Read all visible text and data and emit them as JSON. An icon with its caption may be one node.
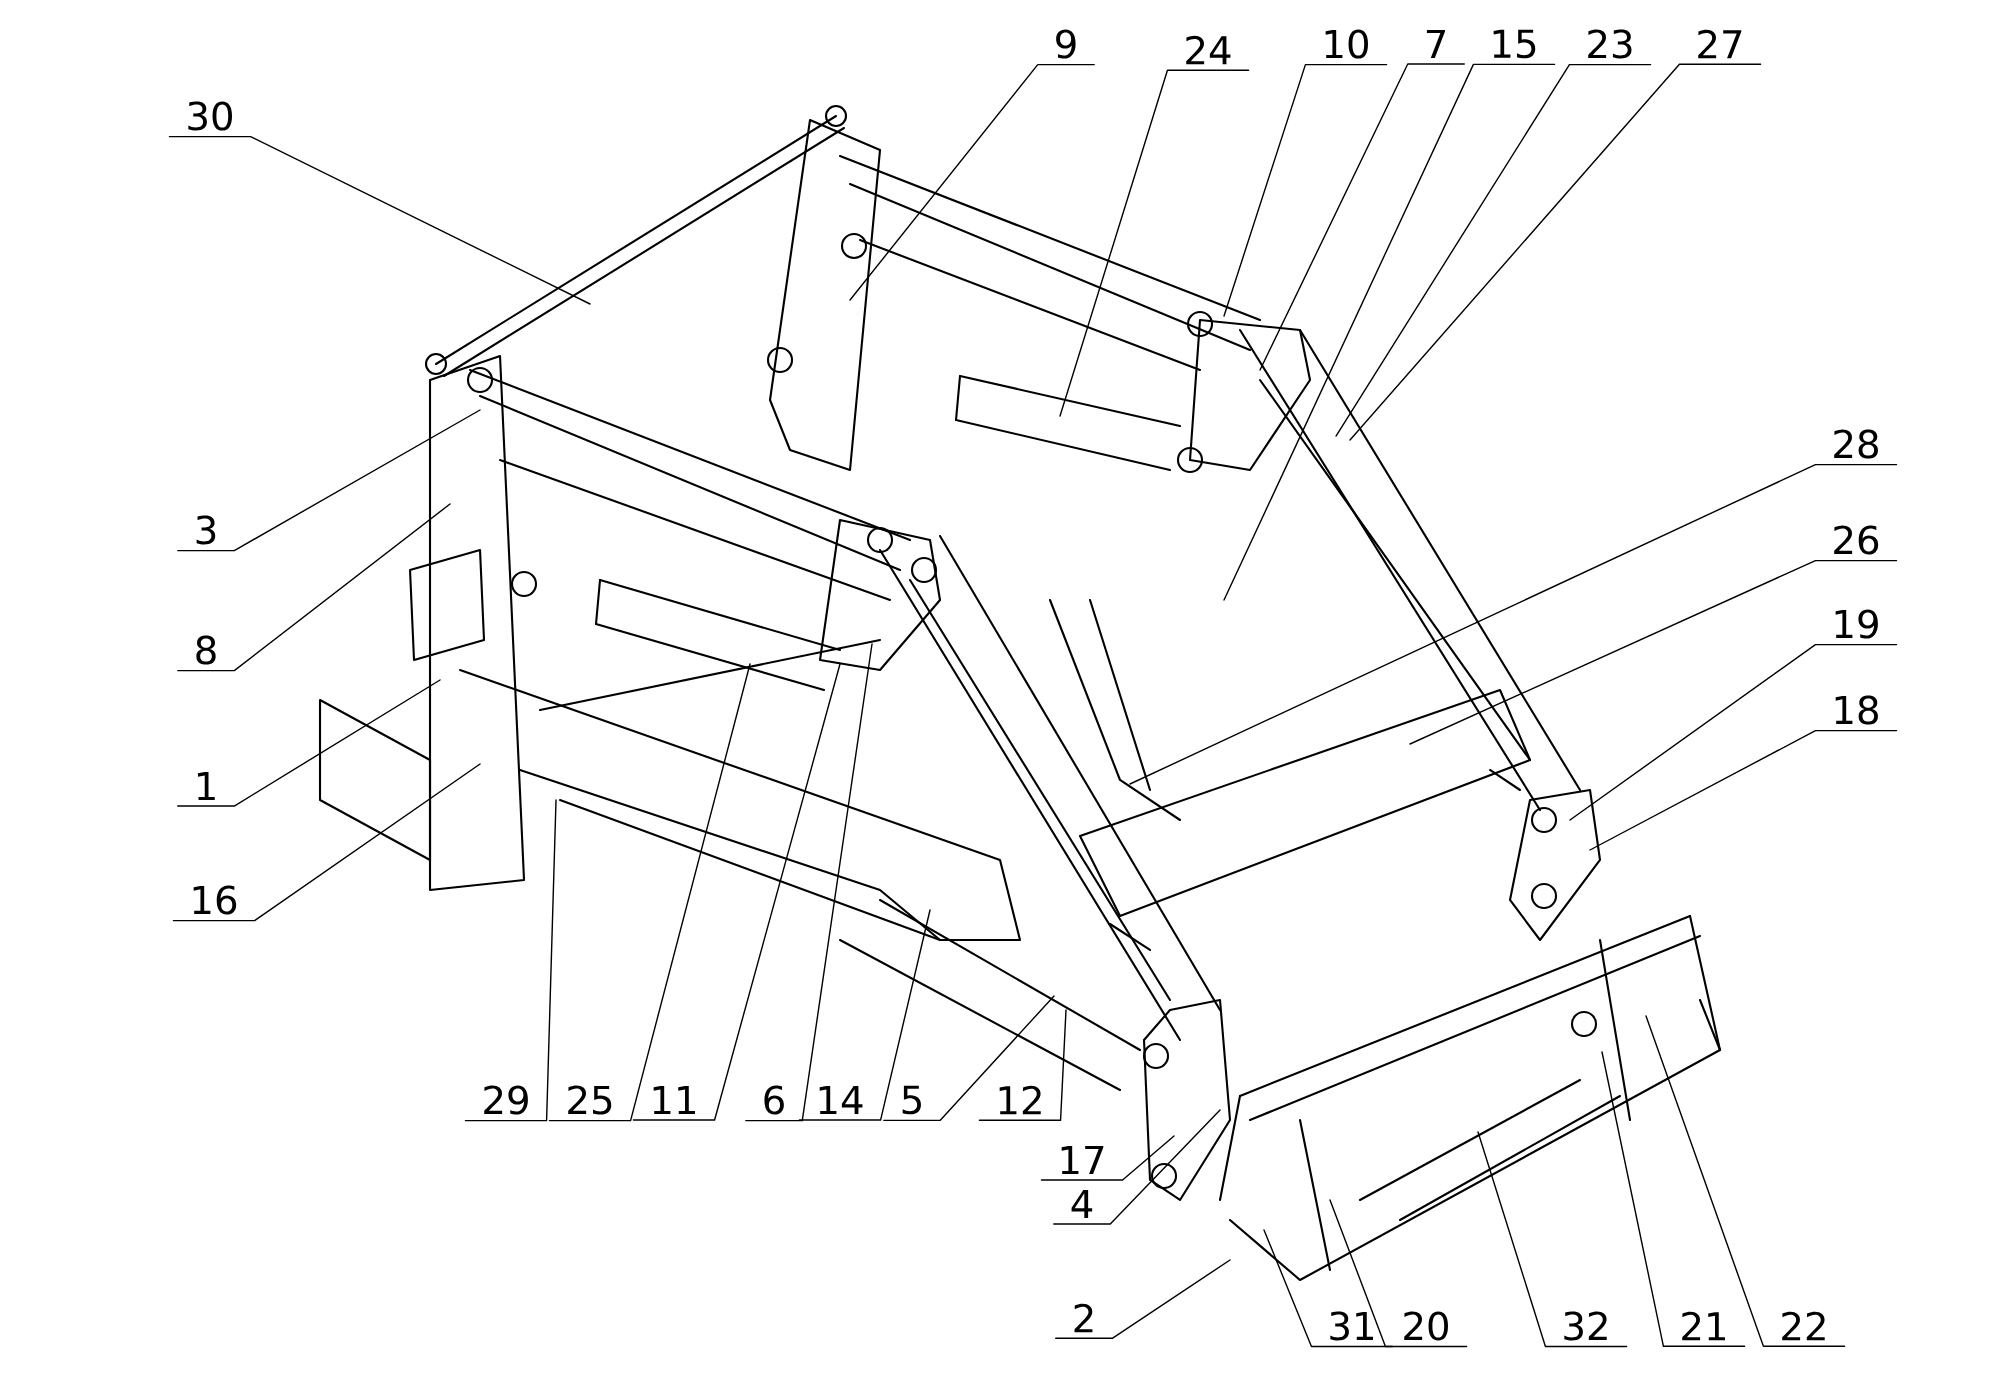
{
  "diagram": {
    "nodes": [
      {
        "text": [
          "30"
        ]
      },
      {
        "text": [
          "9"
        ]
      },
      {
        "text": [
          "24"
        ]
      },
      {
        "text": [
          "10"
        ]
      },
      {
        "text": [
          "7"
        ]
      },
      {
        "text": [
          "15"
        ]
      },
      {
        "text": [
          "23"
        ]
      },
      {
        "text": [
          "27"
        ]
      },
      {
        "text": [
          "28"
        ]
      },
      {
        "text": [
          "26"
        ]
      },
      {
        "text": [
          "19"
        ]
      },
      {
        "text": [
          "18"
        ]
      },
      {
        "text": [
          "3"
        ]
      },
      {
        "text": [
          "8"
        ]
      },
      {
        "text": [
          "1"
        ]
      },
      {
        "text": [
          "16"
        ]
      },
      {
        "text": [
          "29"
        ]
      },
      {
        "text": [
          "25"
        ]
      },
      {
        "text": [
          "11"
        ]
      },
      {
        "text": [
          "6"
        ]
      },
      {
        "text": [
          "14"
        ]
      },
      {
        "text": [
          "5"
        ]
      },
      {
        "text": [
          "12"
        ]
      },
      {
        "text": [
          "17"
        ]
      },
      {
        "text": [
          "4"
        ]
      },
      {
        "text": [
          "2"
        ]
      },
      {
        "text": [
          "31"
        ]
      },
      {
        "text": [
          "20"
        ]
      },
      {
        "text": [
          "32"
        ]
      },
      {
        "text": [
          "21"
        ]
      },
      {
        "text": [
          "22"
        ]
      }
    ],
    "edges": [
      {
        "from": 0,
        "to": null,
        "arrow": "none"
      },
      {
        "from": 1,
        "to": null,
        "arrow": "none"
      },
      {
        "from": 2,
        "to": null,
        "arrow": "none"
      },
      {
        "from": 3,
        "to": null,
        "arrow": "none"
      },
      {
        "from": 4,
        "to": null,
        "arrow": "none"
      },
      {
        "from": 5,
        "to": null,
        "arrow": "none"
      },
      {
        "from": 6,
        "to": null,
        "arrow": "none"
      },
      {
        "from": 7,
        "to": null,
        "arrow": "none"
      },
      {
        "from": 8,
        "to": null,
        "arrow": "none"
      },
      {
        "from": 9,
        "to": null,
        "arrow": "none"
      },
      {
        "from": 10,
        "to": null,
        "arrow": "none"
      },
      {
        "from": 11,
        "to": null,
        "arrow": "none"
      },
      {
        "from": 12,
        "to": null,
        "arrow": "none"
      },
      {
        "from": 13,
        "to": null,
        "arrow": "none"
      },
      {
        "from": 14,
        "to": null,
        "arrow": "none"
      },
      {
        "from": 15,
        "to": null,
        "arrow": "none"
      },
      {
        "from": 16,
        "to": null,
        "arrow": "none"
      },
      {
        "from": 17,
        "to": null,
        "arrow": "none"
      },
      {
        "from": 18,
        "to": null,
        "arrow": "none"
      },
      {
        "from": 19,
        "to": null,
        "arrow": "none"
      },
      {
        "from": 20,
        "to": null,
        "arrow": "none"
      },
      {
        "from": 21,
        "to": null,
        "arrow": "none"
      },
      {
        "from": 22,
        "to": null,
        "arrow": "none"
      },
      {
        "from": 23,
        "to": null,
        "arrow": "none"
      },
      {
        "from": 24,
        "to": null,
        "arrow": "none"
      },
      {
        "from": 25,
        "to": null,
        "arrow": "none"
      },
      {
        "from": 26,
        "to": null,
        "arrow": "none"
      },
      {
        "from": 27,
        "to": null,
        "arrow": "none"
      },
      {
        "from": 28,
        "to": null,
        "arrow": "none"
      },
      {
        "from": 29,
        "to": null,
        "arrow": "none"
      },
      {
        "from": 30,
        "to": null,
        "arrow": "none"
      }
    ]
  }
}
